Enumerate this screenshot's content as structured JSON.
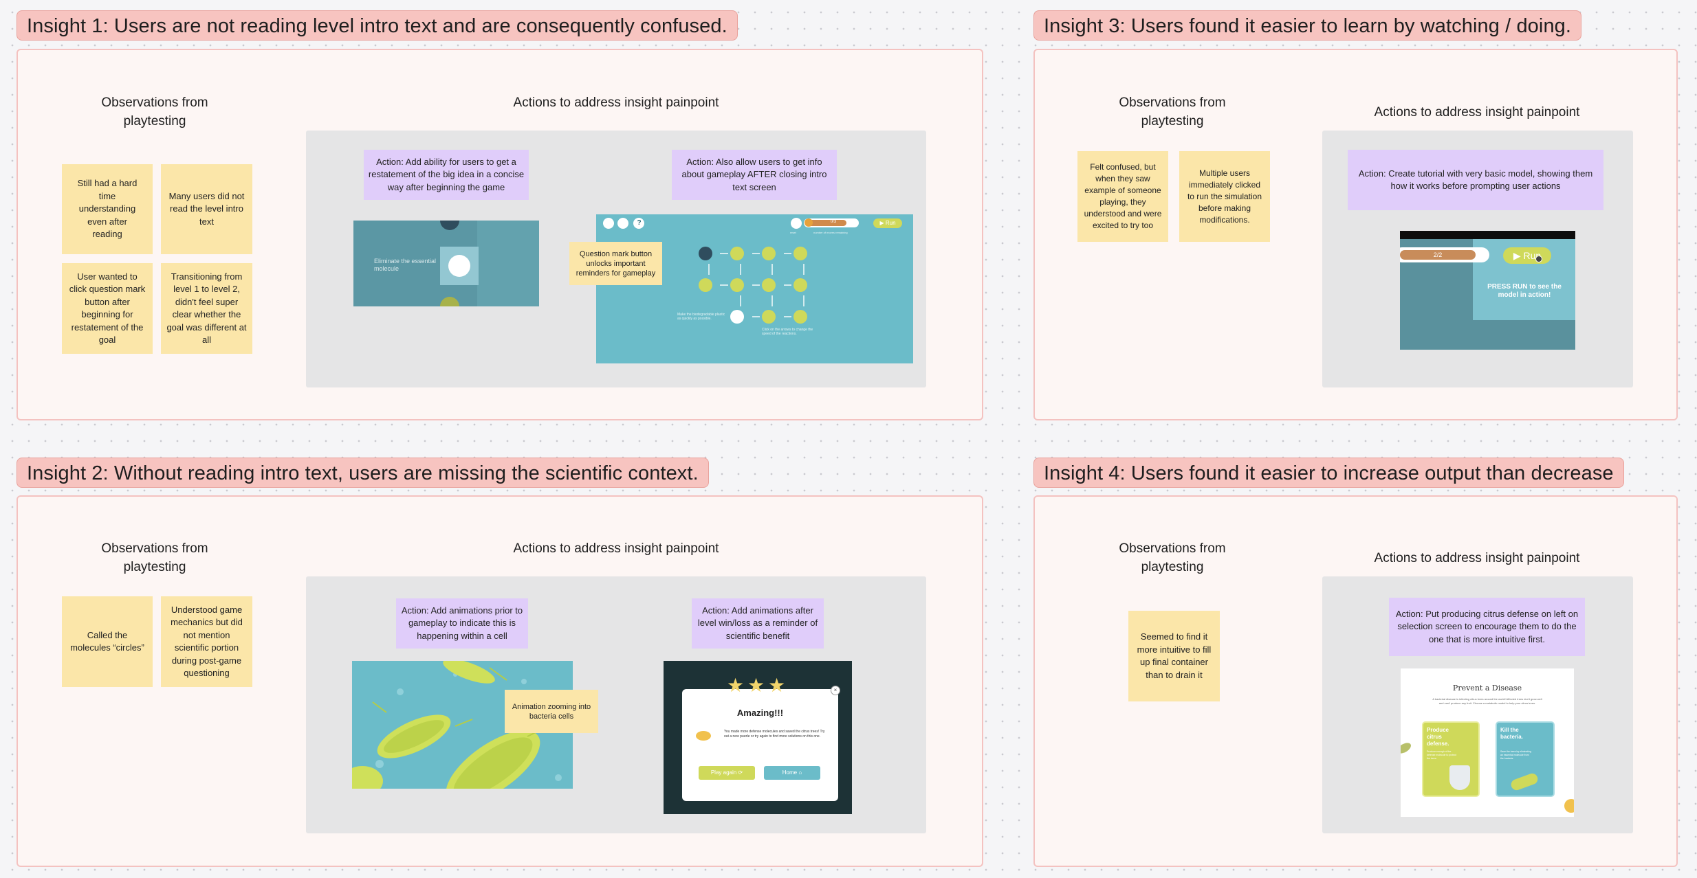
{
  "insights": {
    "i1": {
      "title": "Insight 1: Users are not reading level intro text and are consequently confused.",
      "obs_heading": "Observations from playtesting",
      "actions_heading": "Actions to address insight painpoint",
      "observations": [
        "Still had a hard time understanding even after reading",
        "Many users did not read the level intro text",
        "User wanted to click question mark button after beginning for restatement of the goal",
        "Transitioning from level 1 to level 2, didn't feel super clear whether the goal was different at all"
      ],
      "actions": [
        "Action: Add ability for users to get a restatement of the big idea in a concise way  after beginning the game",
        "Action: Also allow users to get info about gameplay AFTER closing intro text screen"
      ],
      "callout": "Question mark button unlocks important reminders for gameplay",
      "shot1_text": "Eliminate the essential molecule",
      "shot2": {
        "run": "Run",
        "bar_label": "0/3",
        "sub_labels": [
          "reset",
          "number of moves remaining"
        ],
        "left_note": "Make the biodegradable plastic as quickly as possible.",
        "bottom_note": "Click on the arrows to change the speed of the reactions."
      }
    },
    "i2": {
      "title": "Insight 2: Without reading intro text, users are missing the scientific context.",
      "obs_heading": "Observations from playtesting",
      "actions_heading": "Actions to address insight painpoint",
      "observations": [
        "Called the molecules “circles”",
        "Understood game mechanics but did not mention scientific portion during post-game questioning"
      ],
      "actions": [
        "Action: Add animations prior to gameplay to indicate this is happening within a cell",
        "Action: Add animations after level win/loss as a reminder of scientific benefit"
      ],
      "callout": "Animation zooming into bacteria cells",
      "modal": {
        "title": "Amazing!!!",
        "body": "You made more defense molecules and saved the citrus trees! Try out a new puzzle or try again to find more solutions on this one.",
        "play_again": "Play again",
        "home": "Home"
      }
    },
    "i3": {
      "title": "Insight 3: Users found it easier to learn by watching / doing.",
      "obs_heading": "Observations from playtesting",
      "actions_heading": "Actions to address insight painpoint",
      "observations": [
        "Felt confused, but when they saw example of someone playing, they understood and were excited to try too",
        "Multiple users immediately clicked to run the simulation before making modifications."
      ],
      "actions": [
        "Action: Create tutorial with very basic model, showing them how it works before prompting user actions"
      ],
      "tutorial": {
        "bar_label": "2/2",
        "run": "Run",
        "press_run": "PRESS RUN to see the model in action!"
      }
    },
    "i4": {
      "title": "Insight 4: Users found it easier to increase output than decrease",
      "obs_heading": "Observations from playtesting",
      "actions_heading": "Actions to address insight painpoint",
      "observations": [
        "Seemed to find it more intuitive to fill up final container than to drain it"
      ],
      "actions": [
        "Action: Put producing citrus defense on left on selection screen to encourage them to do the one that is more intuitive first."
      ],
      "select": {
        "title": "Prevent a Disease",
        "subtitle": "A bacterial disease is infecting citrus trees around the world! Affected trees don't grow well and can't produce any fruit. Choose a metabolic model to help your citrus trees.",
        "card_left_title": "Produce citrus defense.",
        "card_left_desc": "Produce enough of the defense molecule to protect the trees.",
        "card_right_title": "Kill the bacteria.",
        "card_right_desc": "Save the trees by eliminating an essential molecule from the bacteria."
      }
    }
  },
  "colors": {
    "title_bg": "#f7c4c0",
    "section_bg": "#fdf6f4",
    "sticky": "#fbe6a9",
    "action": "#e0cdfa",
    "game_teal": "#6bbcc9",
    "game_green": "#cfd95a"
  }
}
